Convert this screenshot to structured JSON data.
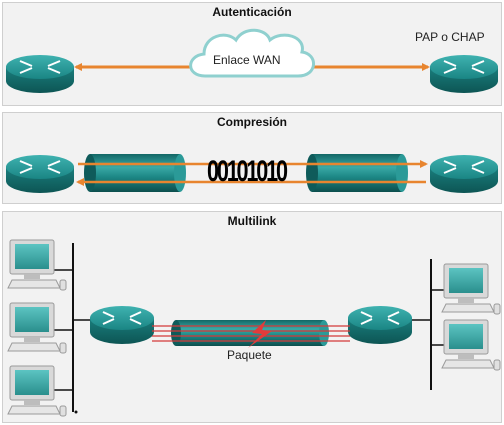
{
  "panels": [
    {
      "title": "Autenticación"
    },
    {
      "title": "Compresión"
    },
    {
      "title": "Multilink"
    }
  ],
  "auth": {
    "cloud_label": "Enlace WAN",
    "protocol_label": "PAP o CHAP"
  },
  "compression": {
    "bits": "00101010"
  },
  "multilink": {
    "packet_label": "Paquete"
  },
  "colors": {
    "router": "#1f8f8f",
    "arrow": "#e8852f",
    "tube": "#1e8c8a",
    "panel": "#f2f2f2"
  }
}
